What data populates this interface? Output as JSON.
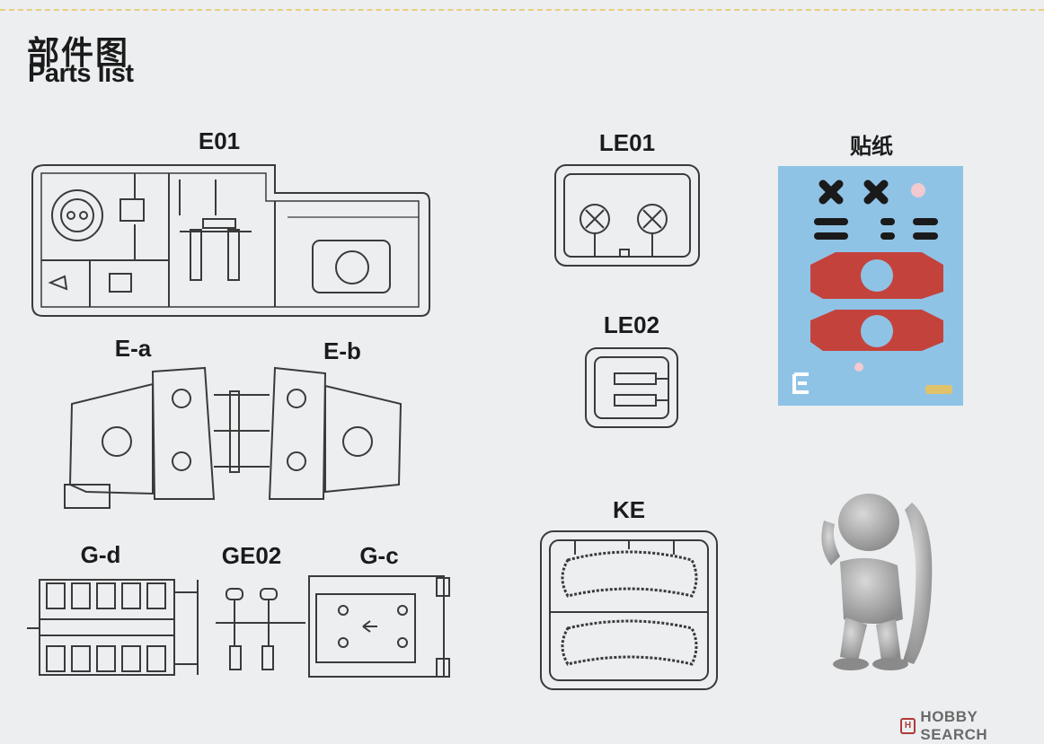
{
  "header": {
    "title_cn": "部件图",
    "title_en": "Parts list"
  },
  "sprues": {
    "e01": "E01",
    "ea": "E-a",
    "eb": "E-b",
    "gd": "G-d",
    "ge02": "GE02",
    "gc": "G-c",
    "le01": "LE01",
    "le02": "LE02",
    "ke": "KE",
    "decal": "贴纸"
  },
  "watermark": {
    "text": "HOBBY SEARCH"
  },
  "colors": {
    "line": "#3a3a3a",
    "decal_bg": "#8fc3e6",
    "decal_red": "#c3433c",
    "figure_gray": "#9a9a9a",
    "accent_rule": "#e8cf7a"
  }
}
